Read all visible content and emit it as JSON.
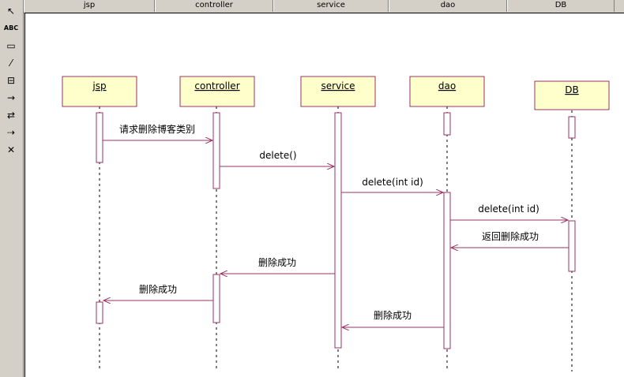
{
  "column_headers": [
    "jsp",
    "controller",
    "service",
    "dao",
    "DB"
  ],
  "toolbar": {
    "items": [
      {
        "name": "select",
        "glyph": "↖"
      },
      {
        "name": "text",
        "glyph": "ABC"
      },
      {
        "name": "note",
        "glyph": "▭"
      },
      {
        "name": "anchor",
        "glyph": "⁄"
      },
      {
        "name": "object",
        "glyph": "⊟"
      },
      {
        "name": "message",
        "glyph": "→"
      },
      {
        "name": "self-message",
        "glyph": "⇄"
      },
      {
        "name": "return",
        "glyph": "⇢"
      },
      {
        "name": "delete",
        "glyph": "✕"
      }
    ]
  },
  "diagram": {
    "lifelines": [
      {
        "id": "jsp",
        "label": "jsp"
      },
      {
        "id": "controller",
        "label": "controller"
      },
      {
        "id": "service",
        "label": "service"
      },
      {
        "id": "dao",
        "label": "dao"
      },
      {
        "id": "db",
        "label": "DB"
      }
    ],
    "messages": [
      {
        "from": "jsp",
        "to": "controller",
        "label": "请求删除博客类别"
      },
      {
        "from": "controller",
        "to": "service",
        "label": "delete()"
      },
      {
        "from": "service",
        "to": "dao",
        "label": "delete(int id)"
      },
      {
        "from": "dao",
        "to": "db",
        "label": "delete(int id)"
      },
      {
        "from": "db",
        "to": "dao",
        "label": "返回删除成功"
      },
      {
        "from": "service",
        "to": "controller",
        "label": "删除成功"
      },
      {
        "from": "controller",
        "to": "jsp",
        "label": "删除成功"
      },
      {
        "from": "dao",
        "to": "service",
        "label": "删除成功"
      }
    ]
  },
  "colors": {
    "box_fill": "#ffffcc",
    "box_border": "#993366",
    "arrow": "#993366",
    "text": "#000000"
  }
}
